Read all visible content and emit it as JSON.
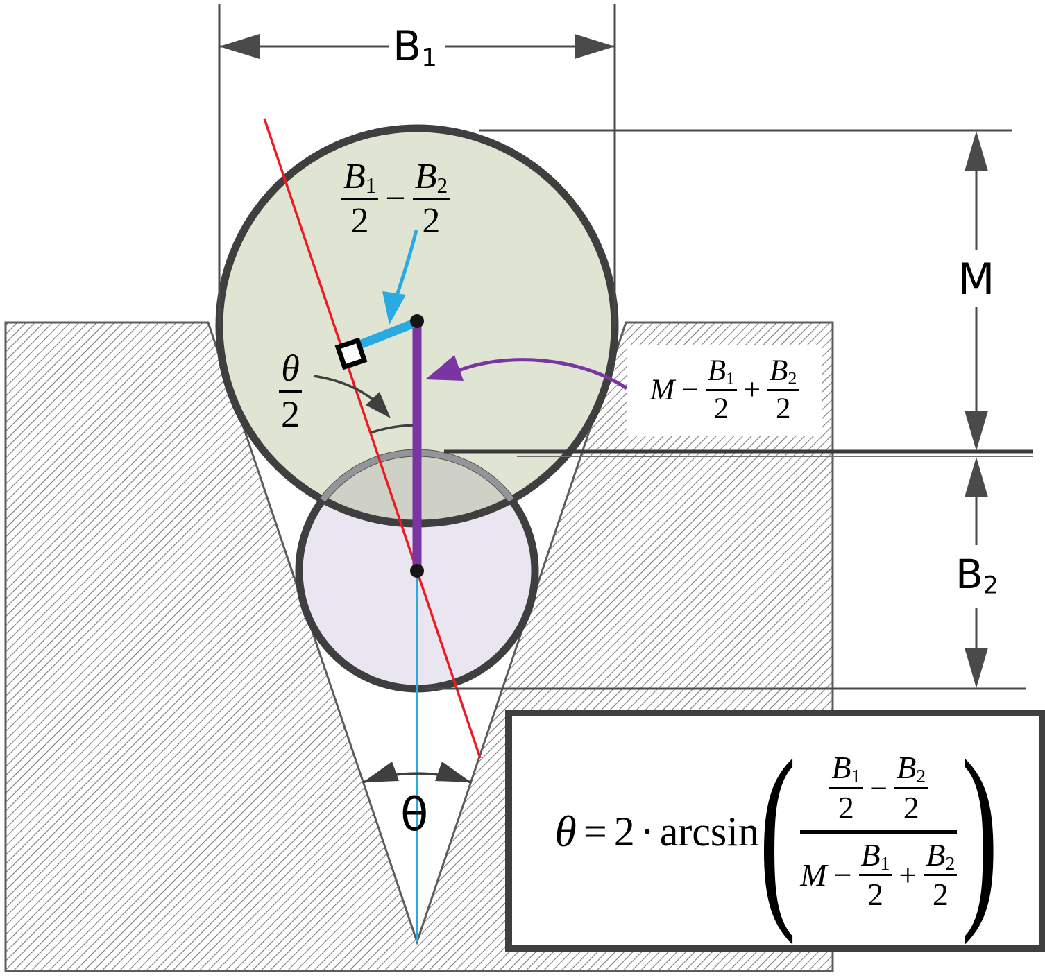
{
  "colors": {
    "stroke-dark": "#3f3f3f",
    "dim-line": "#4a4a4a",
    "hatch-line": "#7d7d7d",
    "block-border": "#5c5c5c",
    "ball1-fill": "rgba(136,152,80,0.26)",
    "ball2-fill": "#e9e6f1",
    "red-line": "#ed1c24",
    "cyan-accent": "#29abe2",
    "purple-accent": "#7a35a3",
    "text": "#000000"
  },
  "dim_labels": {
    "b1_base": "B",
    "b1_sub": "1",
    "m": "M",
    "b2_base": "B",
    "b2_sub": "2",
    "theta": "θ"
  },
  "math": {
    "b1_base": "B",
    "b1_sub": "1",
    "b1_den": "2",
    "b2_base": "B",
    "b2_sub": "2",
    "b2_den": "2",
    "m": "M",
    "minus": "−",
    "plus": "+",
    "theta": "θ",
    "theta_half_den": "2",
    "equals": "=",
    "two": "2",
    "cdot": "·",
    "arcsin": "arcsin",
    "lparen": "(",
    "rparen": ")"
  }
}
